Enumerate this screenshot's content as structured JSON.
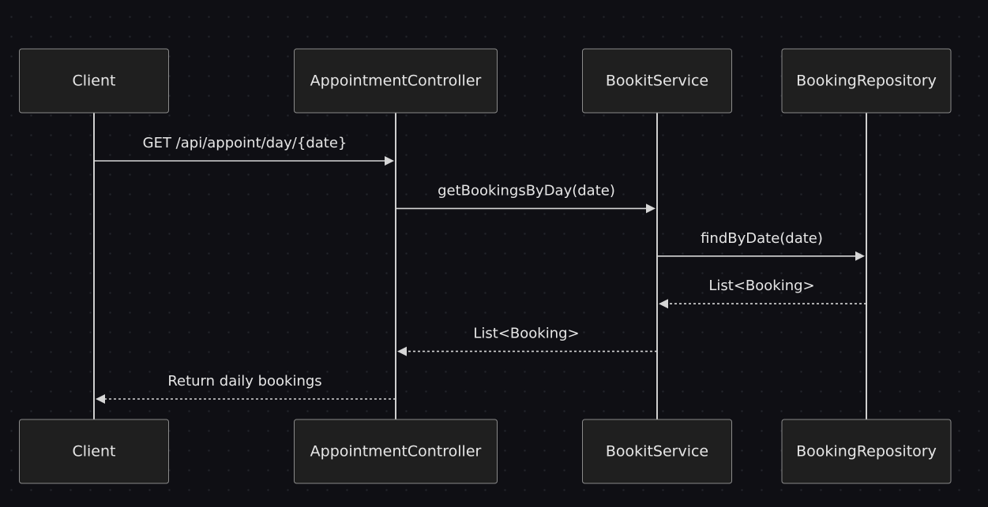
{
  "participants": [
    {
      "id": "client",
      "label": "Client"
    },
    {
      "id": "controller",
      "label": "AppointmentController"
    },
    {
      "id": "service",
      "label": "BookitService"
    },
    {
      "id": "repository",
      "label": "BookingRepository"
    }
  ],
  "messages": [
    {
      "from": "client",
      "to": "controller",
      "label": "GET /api/appoint/day/{date}",
      "style": "solid"
    },
    {
      "from": "controller",
      "to": "service",
      "label": "getBookingsByDay(date)",
      "style": "solid"
    },
    {
      "from": "service",
      "to": "repository",
      "label": "findByDate(date)",
      "style": "solid"
    },
    {
      "from": "repository",
      "to": "service",
      "label": "List<Booking>",
      "style": "dashed"
    },
    {
      "from": "service",
      "to": "controller",
      "label": "List<Booking>",
      "style": "dashed"
    },
    {
      "from": "controller",
      "to": "client",
      "label": "Return daily bookings",
      "style": "dashed"
    }
  ],
  "colors": {
    "background": "#0f0f14",
    "actor_fill": "#1f1f1f",
    "actor_border": "#8a8a8a",
    "line": "#d6d6d6",
    "text": "#e6e6e6"
  }
}
